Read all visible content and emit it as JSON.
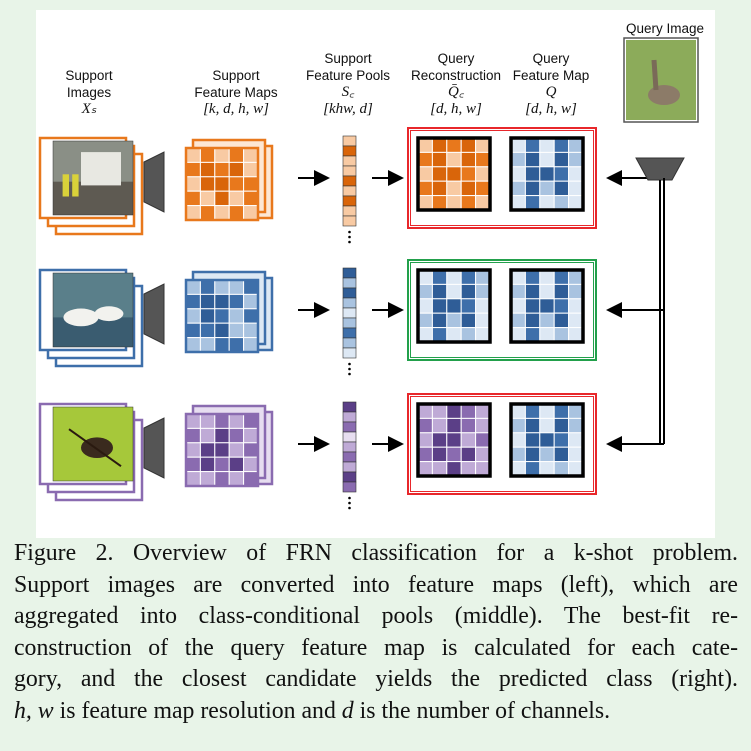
{
  "columns": {
    "support_images": {
      "line1": "Support",
      "line2": "Images",
      "symbol": "Xₛ"
    },
    "support_feature_maps": {
      "line1": "Support",
      "line2": "Feature Maps",
      "shape": "[k, d, h, w]"
    },
    "support_feature_pools": {
      "line1": "Support",
      "line2": "Feature Pools",
      "symbol": "S꜀",
      "shape": "[khw, d]"
    },
    "query_reconstruction": {
      "line1": "Query",
      "line2": "Reconstruction",
      "symbol": "Q̄꜀",
      "shape": "[d, h, w]"
    },
    "query_feature_map": {
      "line1": "Query",
      "line2": "Feature Map",
      "symbol": "Q",
      "shape": "[d, h, w]"
    },
    "query_image": {
      "label": "Query Image"
    }
  },
  "rows": [
    {
      "category": "garbage-truck",
      "photo_icon": "garbage-truck-photo",
      "color": "#e8781c",
      "dark": "#d9650a",
      "light": "#f8caa3",
      "pale": "#fde7d4",
      "frame": "#e8781c",
      "box": "#e8272b"
    },
    {
      "category": "goose",
      "photo_icon": "geese-photo",
      "color": "#3e6faa",
      "dark": "#2f5d97",
      "light": "#a9c3e0",
      "pale": "#dde8f4",
      "frame": "#3e6faa",
      "box": "#22a04b"
    },
    {
      "category": "beetle",
      "photo_icon": "beetle-photo",
      "color": "#8a6bb0",
      "dark": "#5b3f87",
      "light": "#bfaad6",
      "pale": "#e7def0",
      "frame": "#8a6bb0",
      "box": "#e8272b"
    }
  ],
  "caption": {
    "line1": "Figure 2. Overview of FRN classification for a k-shot problem.",
    "line2": "Support images are converted into feature maps (left), which are",
    "line3": "aggregated into class-conditional pools (middle). The best-fit re-",
    "line4": "construction of the query feature map is calculated for each cate-",
    "line5": "gory, and the closest candidate yields the predicted class (right).",
    "line6_a": "h, w",
    "line6_b": " is feature map resolution and ",
    "line6_c": "d",
    "line6_d": " is the number of channels."
  },
  "colors": {
    "query": "#3e6faa",
    "wrong": "#e8272b",
    "correct": "#22a04b",
    "encoder": "#555555"
  }
}
